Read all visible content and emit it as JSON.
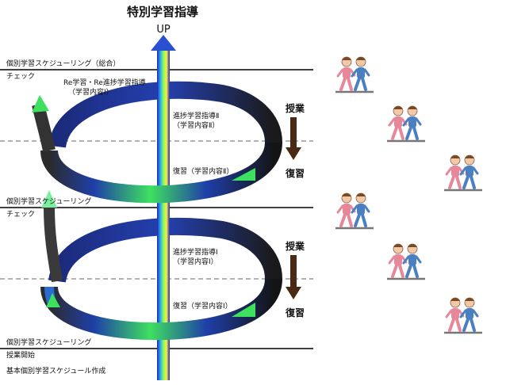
{
  "title": "特別学習指導",
  "axis_label": "UP",
  "levels": {
    "top_line_label": "個別学習スケジューリング（総合）",
    "top_check": "チェック",
    "mid_line_label": "個別学習スケジューリング",
    "mid_check": "チェック",
    "bottom_line_label": "個別学習スケジューリング",
    "bottom_start": "授業開始",
    "bottom_base": "基本個別学習スケジュール作成"
  },
  "upper_loop": {
    "re_learning": "Re学習・Re進捗学習指導",
    "re_learning_sub": "（学習内容Ⅰ）",
    "progress": "進捗学習指導Ⅱ",
    "progress_sub": "（学習内容Ⅱ）",
    "review": "復習（学習内容Ⅱ）"
  },
  "lower_loop": {
    "progress": "進捗学習指導Ⅰ",
    "progress_sub": "（学習内容Ⅰ）",
    "review": "復習（学習内容Ⅰ）"
  },
  "flow_upper": {
    "top": "授業",
    "bottom": "復習"
  },
  "flow_lower": {
    "top": "授業",
    "bottom": "復習"
  },
  "colors": {
    "spiral_dark": "#1a1a2e",
    "spiral_blue": "#1f3fa8",
    "spiral_green": "#3de05a",
    "arrow_brown": "#4a2a12",
    "figure_pink": "#e8869a",
    "figure_blue": "#4a7fc1",
    "ground": "#777777"
  }
}
